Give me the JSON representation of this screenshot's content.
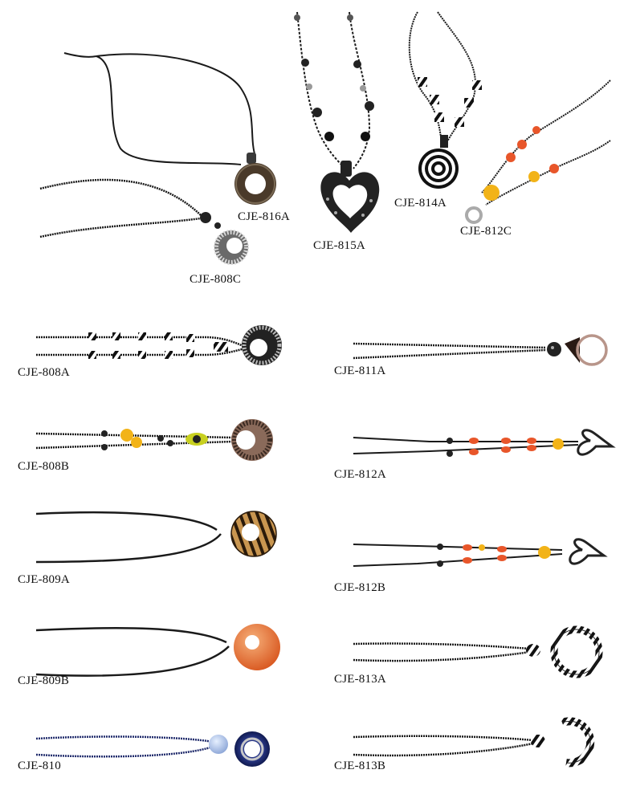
{
  "catalog": {
    "items": [
      {
        "code": "CJE-816A"
      },
      {
        "code": "CJE-815A"
      },
      {
        "code": "CJE-814A"
      },
      {
        "code": "CJE-812C"
      },
      {
        "code": "CJE-808C"
      },
      {
        "code": "CJE-808A"
      },
      {
        "code": "CJE-811A"
      },
      {
        "code": "CJE-808B"
      },
      {
        "code": "CJE-812A"
      },
      {
        "code": "CJE-809A"
      },
      {
        "code": "CJE-812B"
      },
      {
        "code": "CJE-809B"
      },
      {
        "code": "CJE-813A"
      },
      {
        "code": "CJE-810"
      },
      {
        "code": "CJE-813B"
      }
    ]
  },
  "colors": {
    "cord": "#1a1a1a",
    "bead_black": "#111111",
    "bead_orange": "#e8562a",
    "bead_yellow": "#f2b318",
    "navy": "#1f2a6b",
    "silver": "#c8c8c8",
    "shell_orange": "#e57a3a",
    "tiger_tan": "#c99650"
  }
}
